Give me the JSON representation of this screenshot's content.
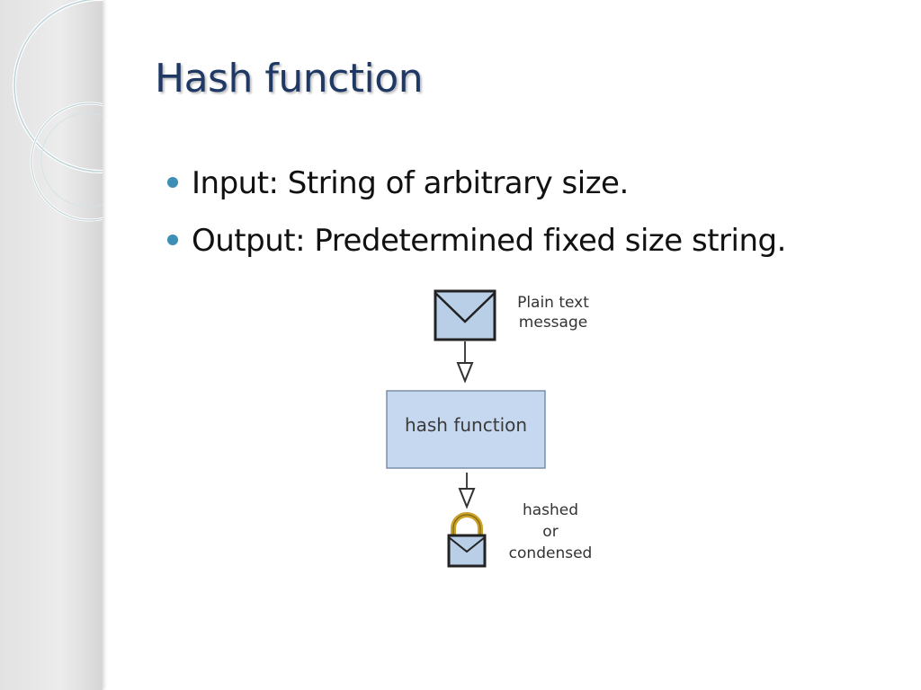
{
  "slide": {
    "title": "Hash function",
    "bullets": [
      "Input: String of arbitrary size.",
      "Output: Predetermined fixed size string."
    ]
  },
  "figure": {
    "input_label_line1": "Plain text",
    "input_label_line2": "message",
    "box_label": "hash function",
    "output_label_line1": "hashed",
    "output_label_line2": "or",
    "output_label_line3": "condensed"
  },
  "colors": {
    "title": "#1f3864",
    "bullet": "#3d8fb6",
    "box_fill": "#c6d8f0",
    "lock_shackle": "#c9a227"
  }
}
